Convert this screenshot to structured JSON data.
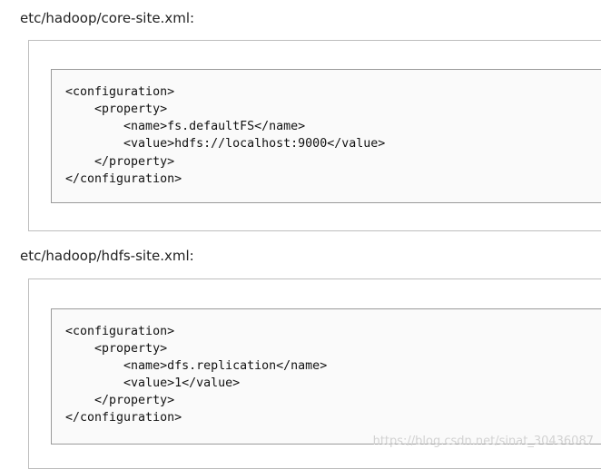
{
  "sections": [
    {
      "filename": "etc/hadoop/core-site.xml:",
      "code_lines": [
        "<configuration>",
        "    <property>",
        "        <name>fs.defaultFS</name>",
        "        <value>hdfs://localhost:9000</value>",
        "    </property>",
        "</configuration>"
      ]
    },
    {
      "filename": "etc/hadoop/hdfs-site.xml:",
      "code_lines": [
        "<configuration>",
        "    <property>",
        "        <name>dfs.replication</name>",
        "        <value>1</value>",
        "    </property>",
        "</configuration>"
      ]
    }
  ],
  "watermark": "https://blog.csdn.net/sinat_30436087"
}
